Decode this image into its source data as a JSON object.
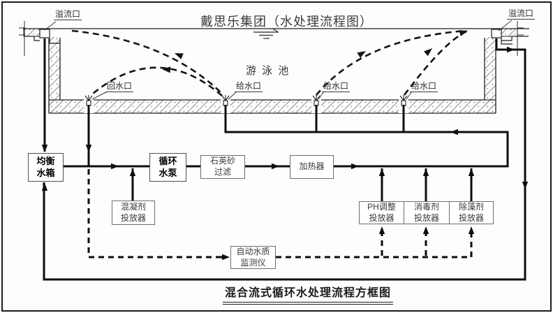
{
  "diagram": {
    "title": "戴思乐集团（水处理流程图）",
    "caption": "混合流式循环水处理流程方框图",
    "pool": {
      "name": "游 泳 池",
      "overflow_left": "溢流口",
      "overflow_right": "溢流口",
      "return_port": "回水口",
      "supply_ports": [
        "给水口",
        "给水口",
        "给水口"
      ]
    },
    "process_boxes": {
      "balance_tank": "均衡\n水箱",
      "circulation_pump": "循环\n水泵",
      "sand_filter": "石英砂\n过滤",
      "heater": "加热器",
      "coagulant_doser": "混凝剂\n投放器",
      "ph_doser": "PH调整\n投放器",
      "disinfectant_doser": "消毒剂\n投放器",
      "algaecide_doser": "除藻剂\n投放器",
      "water_monitor": "自动水质\n监测仪"
    },
    "colors": {
      "line": "#0d0d0d",
      "box_border": "#6e6e6e",
      "text": "#333333",
      "hatch": "#8a8a8a",
      "background": "#fdfdfd"
    }
  }
}
